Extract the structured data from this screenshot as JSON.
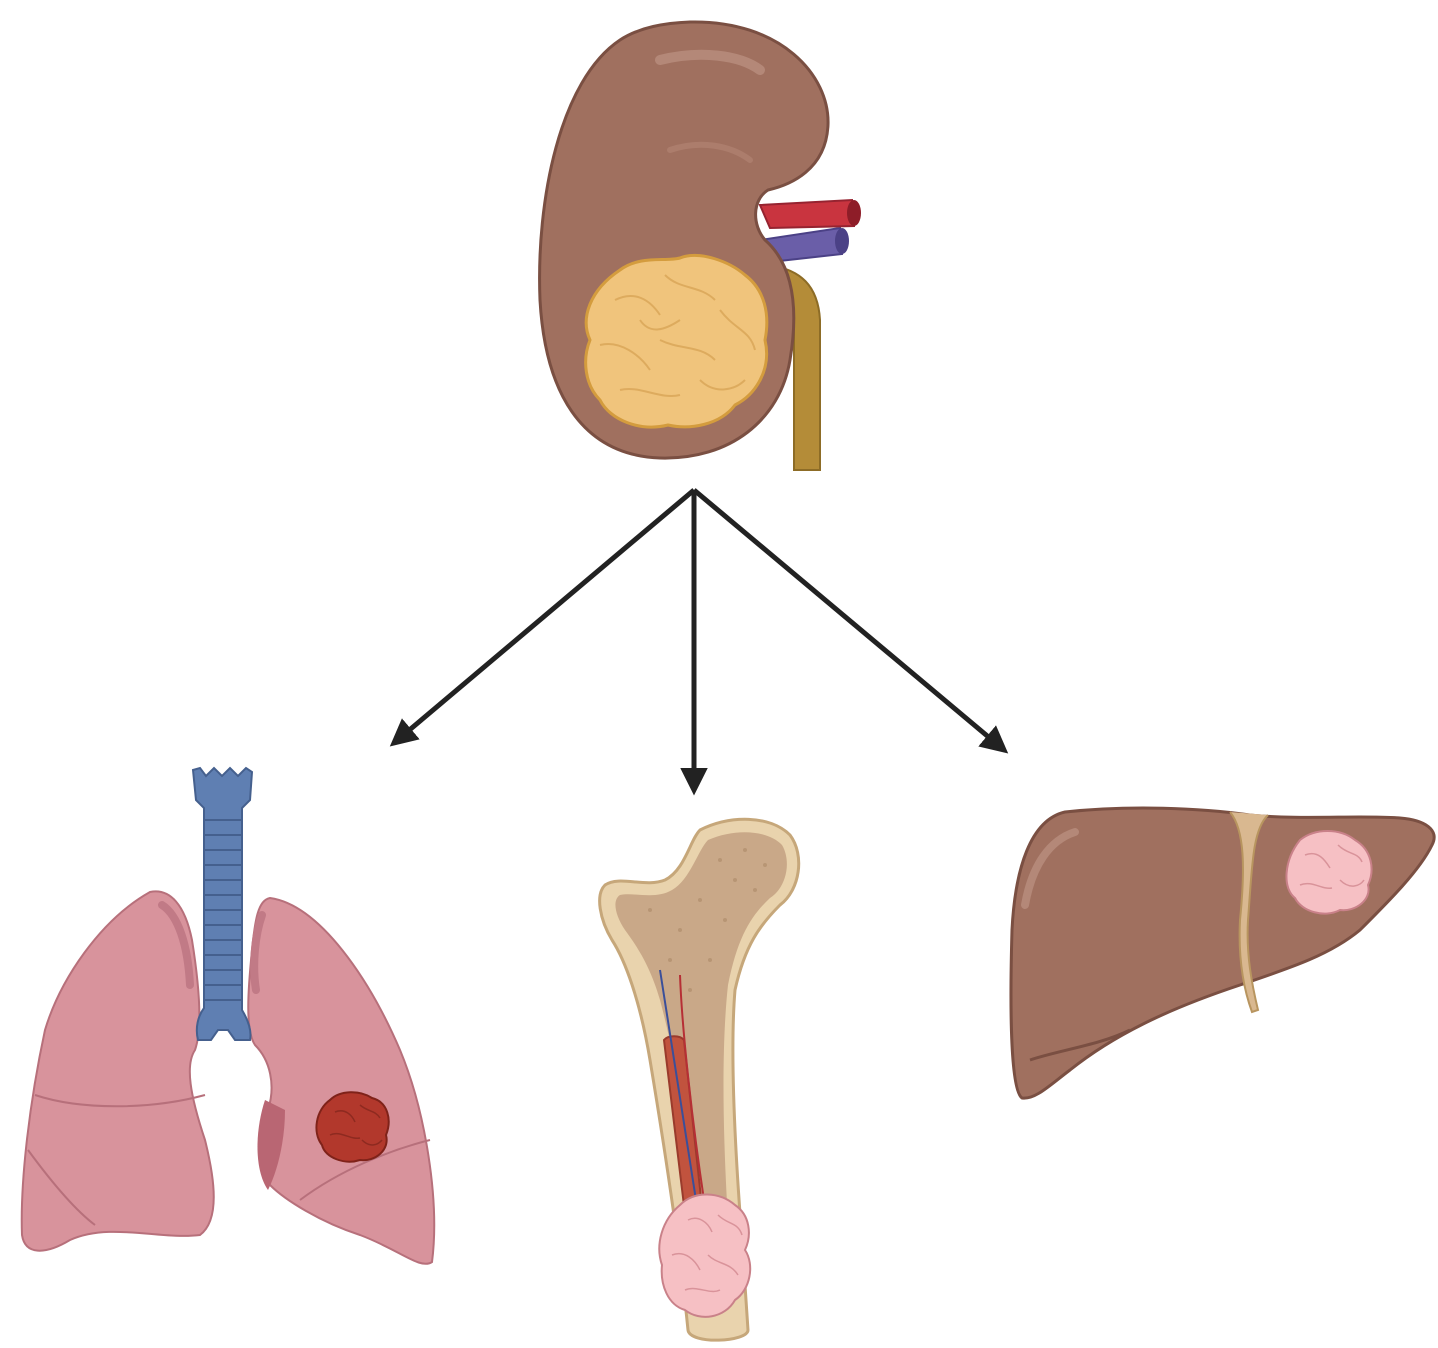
{
  "diagram": {
    "nodes": [
      {
        "id": "kidney",
        "icon": "kidney-with-tumor-icon",
        "role": "source"
      },
      {
        "id": "lung",
        "icon": "lungs-with-tumor-icon",
        "role": "target"
      },
      {
        "id": "bone",
        "icon": "femur-bone-with-tumor-icon",
        "role": "target"
      },
      {
        "id": "liver",
        "icon": "liver-with-tumor-icon",
        "role": "target"
      }
    ],
    "edges": [
      {
        "from": "kidney",
        "to": "lung"
      },
      {
        "from": "kidney",
        "to": "bone"
      },
      {
        "from": "kidney",
        "to": "liver"
      }
    ]
  },
  "colors": {
    "organ_brown": "#a0705f",
    "organ_dark": "#8a5a4c",
    "tumor_yellow": "#f0c47c",
    "artery_red": "#c9343f",
    "vein_purple": "#6a5ea8",
    "ureter_gold": "#b48c38",
    "lung_pink": "#d8939c",
    "trachea_blue": "#5f7fb2",
    "lung_tumor": "#b2382c",
    "bone_beige": "#e9d3ad",
    "bone_marrow": "#c9a888",
    "pink_tumor": "#f6c0c4",
    "arrow": "#222222"
  }
}
